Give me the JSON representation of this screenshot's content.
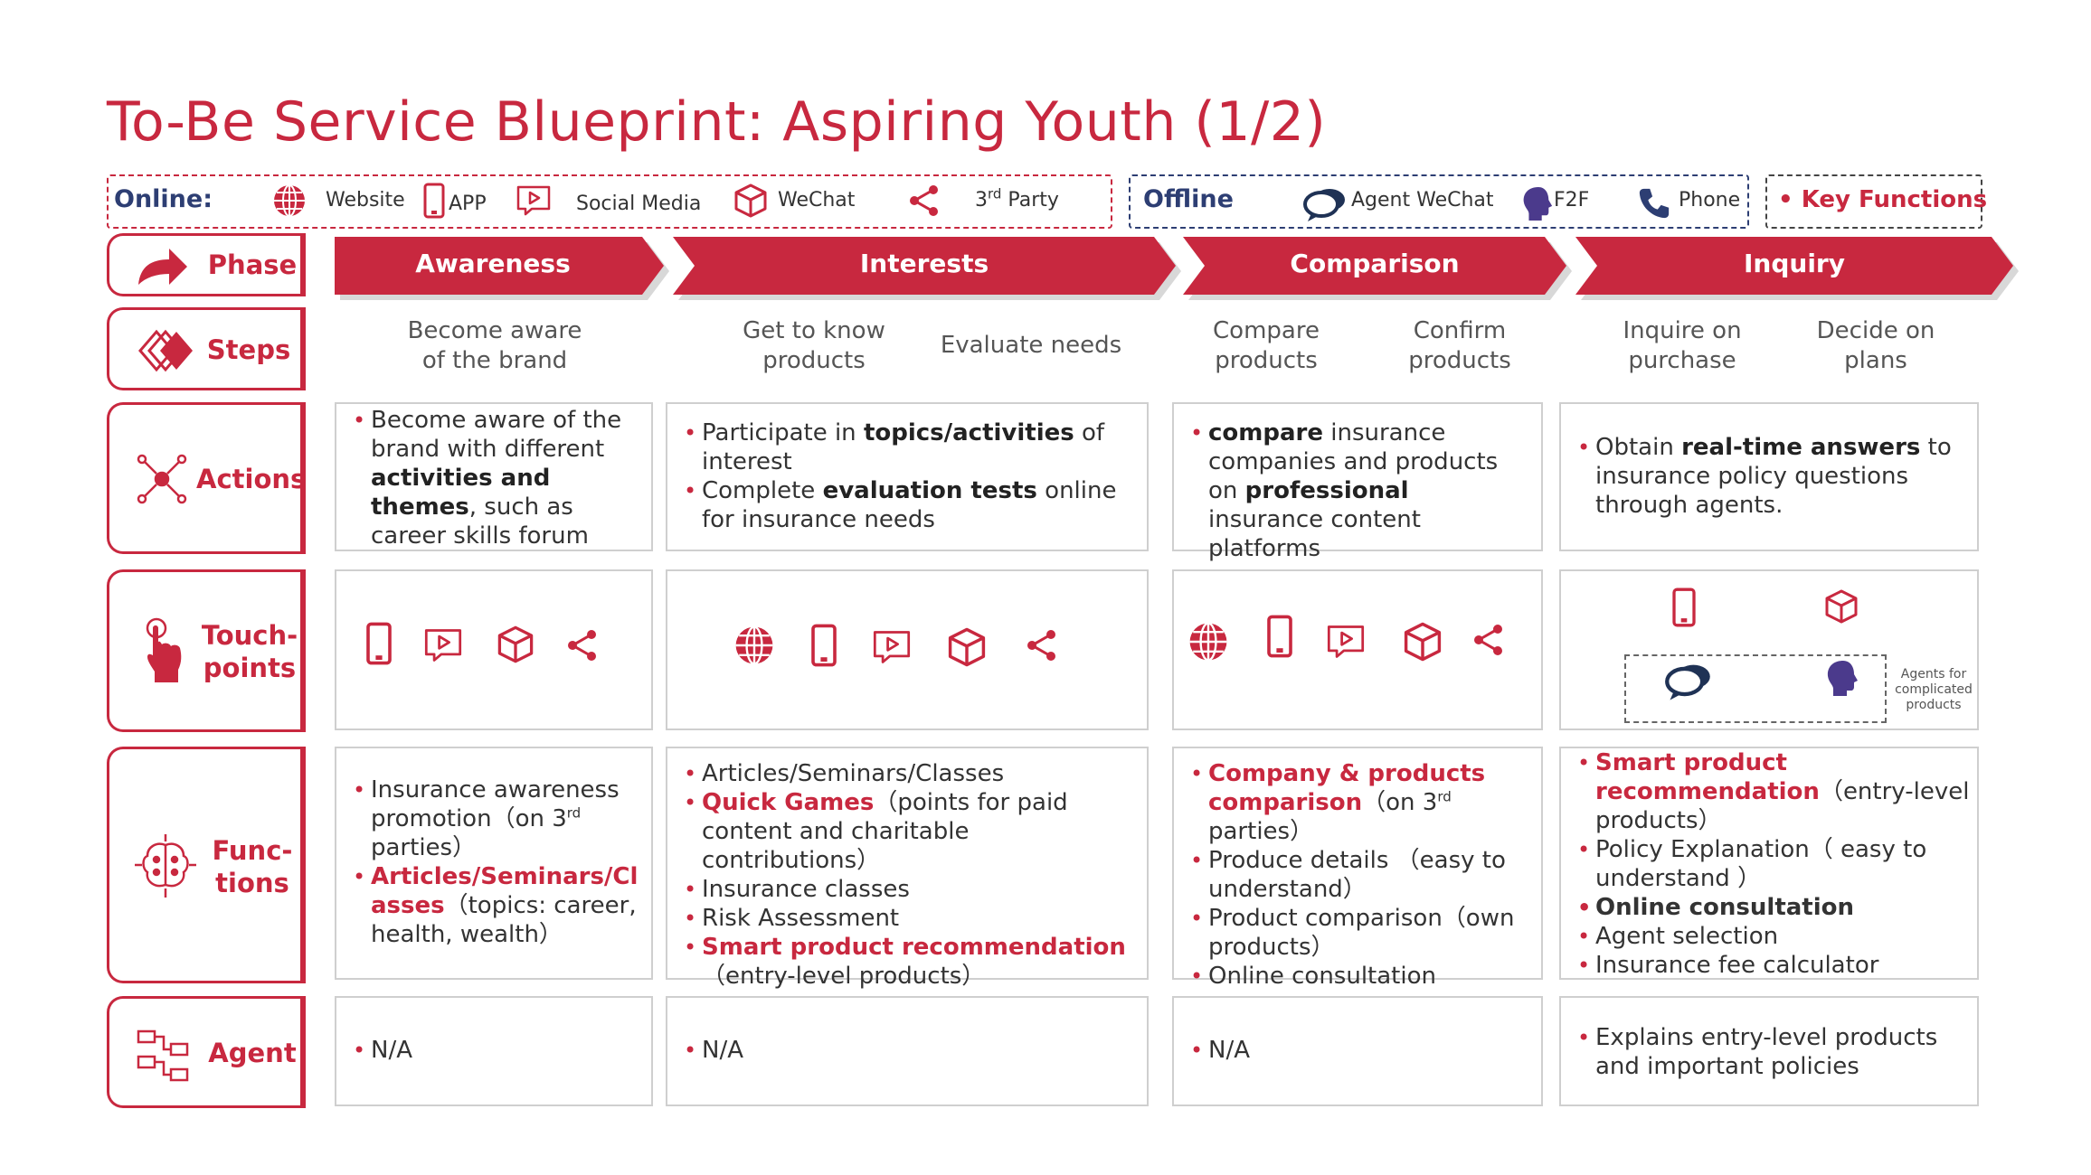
{
  "title": "To-Be Service Blueprint: Aspiring Youth (1/2)",
  "legend": {
    "online_label": "Online",
    "online_colon": ":",
    "website": "Website",
    "app": "APP",
    "social_media": "Social Media",
    "wechat": "WeChat",
    "third_party_num": "3",
    "third_party_sup": "rd",
    "third_party_rest": " Party",
    "offline_label": "Offline",
    "agent_wechat": "Agent WeChat",
    "f2f": "F2F",
    "phone": "Phone",
    "key_functions": "Key Functions",
    "key_bullet": "•"
  },
  "row_labels": {
    "phase": "Phase",
    "steps": "Steps",
    "actions": "Actions",
    "touch1": "Touch-",
    "touch2": "points",
    "func1": "Func-",
    "func2": "tions",
    "agent": "Agent"
  },
  "phases": [
    "Awareness",
    "Interests",
    "Comparison",
    "Inquiry"
  ],
  "steps": {
    "s1a": "Become aware",
    "s1b": "of the brand",
    "s2a": "Get to know",
    "s2b": "products",
    "s3": "Evaluate needs",
    "s4a": "Compare",
    "s4b": "products",
    "s5a": "Confirm",
    "s5b": "products",
    "s6a": "Inquire on",
    "s6b": "purchase",
    "s7a": "Decide on",
    "s7b": "plans"
  },
  "actions": {
    "a1_t1": "Become aware of the brand with different ",
    "a1_b1": "activities and themes",
    "a1_t2": ", such as career skills forum",
    "a2_l1_t1": "Participate in ",
    "a2_l1_b1": "topics/activities",
    "a2_l1_t2": " of interest",
    "a2_l2_t1": "Complete ",
    "a2_l2_b1": "evaluation tests",
    "a2_l2_t2": " online for insurance needs",
    "a3_b1": "compare",
    "a3_t1": " insurance companies and products on ",
    "a3_b2": "professional",
    "a3_t2": " insurance content platforms",
    "a4_t1": "Obtain ",
    "a4_b1": "real-time answers",
    "a4_t2": " to insurance policy questions through agents."
  },
  "touchpoints": {
    "agents_note": "Agents for complicated products"
  },
  "functions": {
    "f1_l1_t1": "Insurance awareness promotion（on 3",
    "f1_l1_sup": "rd",
    "f1_l1_t2": " parties）",
    "f1_l2_red": "Articles/Seminars/Classes",
    "f1_l2_t": "（topics: career, health, wealth）",
    "f2_l1": "Articles/Seminars/Classes",
    "f2_l2_red": "Quick Games",
    "f2_l2_t": "（points for paid content and charitable contributions）",
    "f2_l3": "Insurance classes",
    "f2_l4": "Risk Assessment",
    "f2_l5_red": "Smart product recommendation",
    "f2_l5_t": "（entry-level products）",
    "f3_l1_red": "Company & products comparison",
    "f3_l1_t1": "（on 3",
    "f3_l1_sup": "rd",
    "f3_l1_t2": " parties）",
    "f3_l2": "Produce details （easy to understand）",
    "f3_l3": "Product comparison（own products）",
    "f3_l4": "Online consultation",
    "f4_l1_red": "Smart product recommendation",
    "f4_l1_t": "（entry-level products）",
    "f4_l2": "Policy Explanation（ easy to understand ）",
    "f4_l3_red": "Online consultation",
    "f4_l4": "Agent selection",
    "f4_l5": "Insurance fee calculator"
  },
  "agent": {
    "g1": "N/A",
    "g2": "N/A",
    "g3": "N/A",
    "g4": "Explains entry-level products and important policies"
  },
  "colors": {
    "accent": "#c8283f",
    "offline": "#2d3e73",
    "border": "#cfcfcf"
  }
}
